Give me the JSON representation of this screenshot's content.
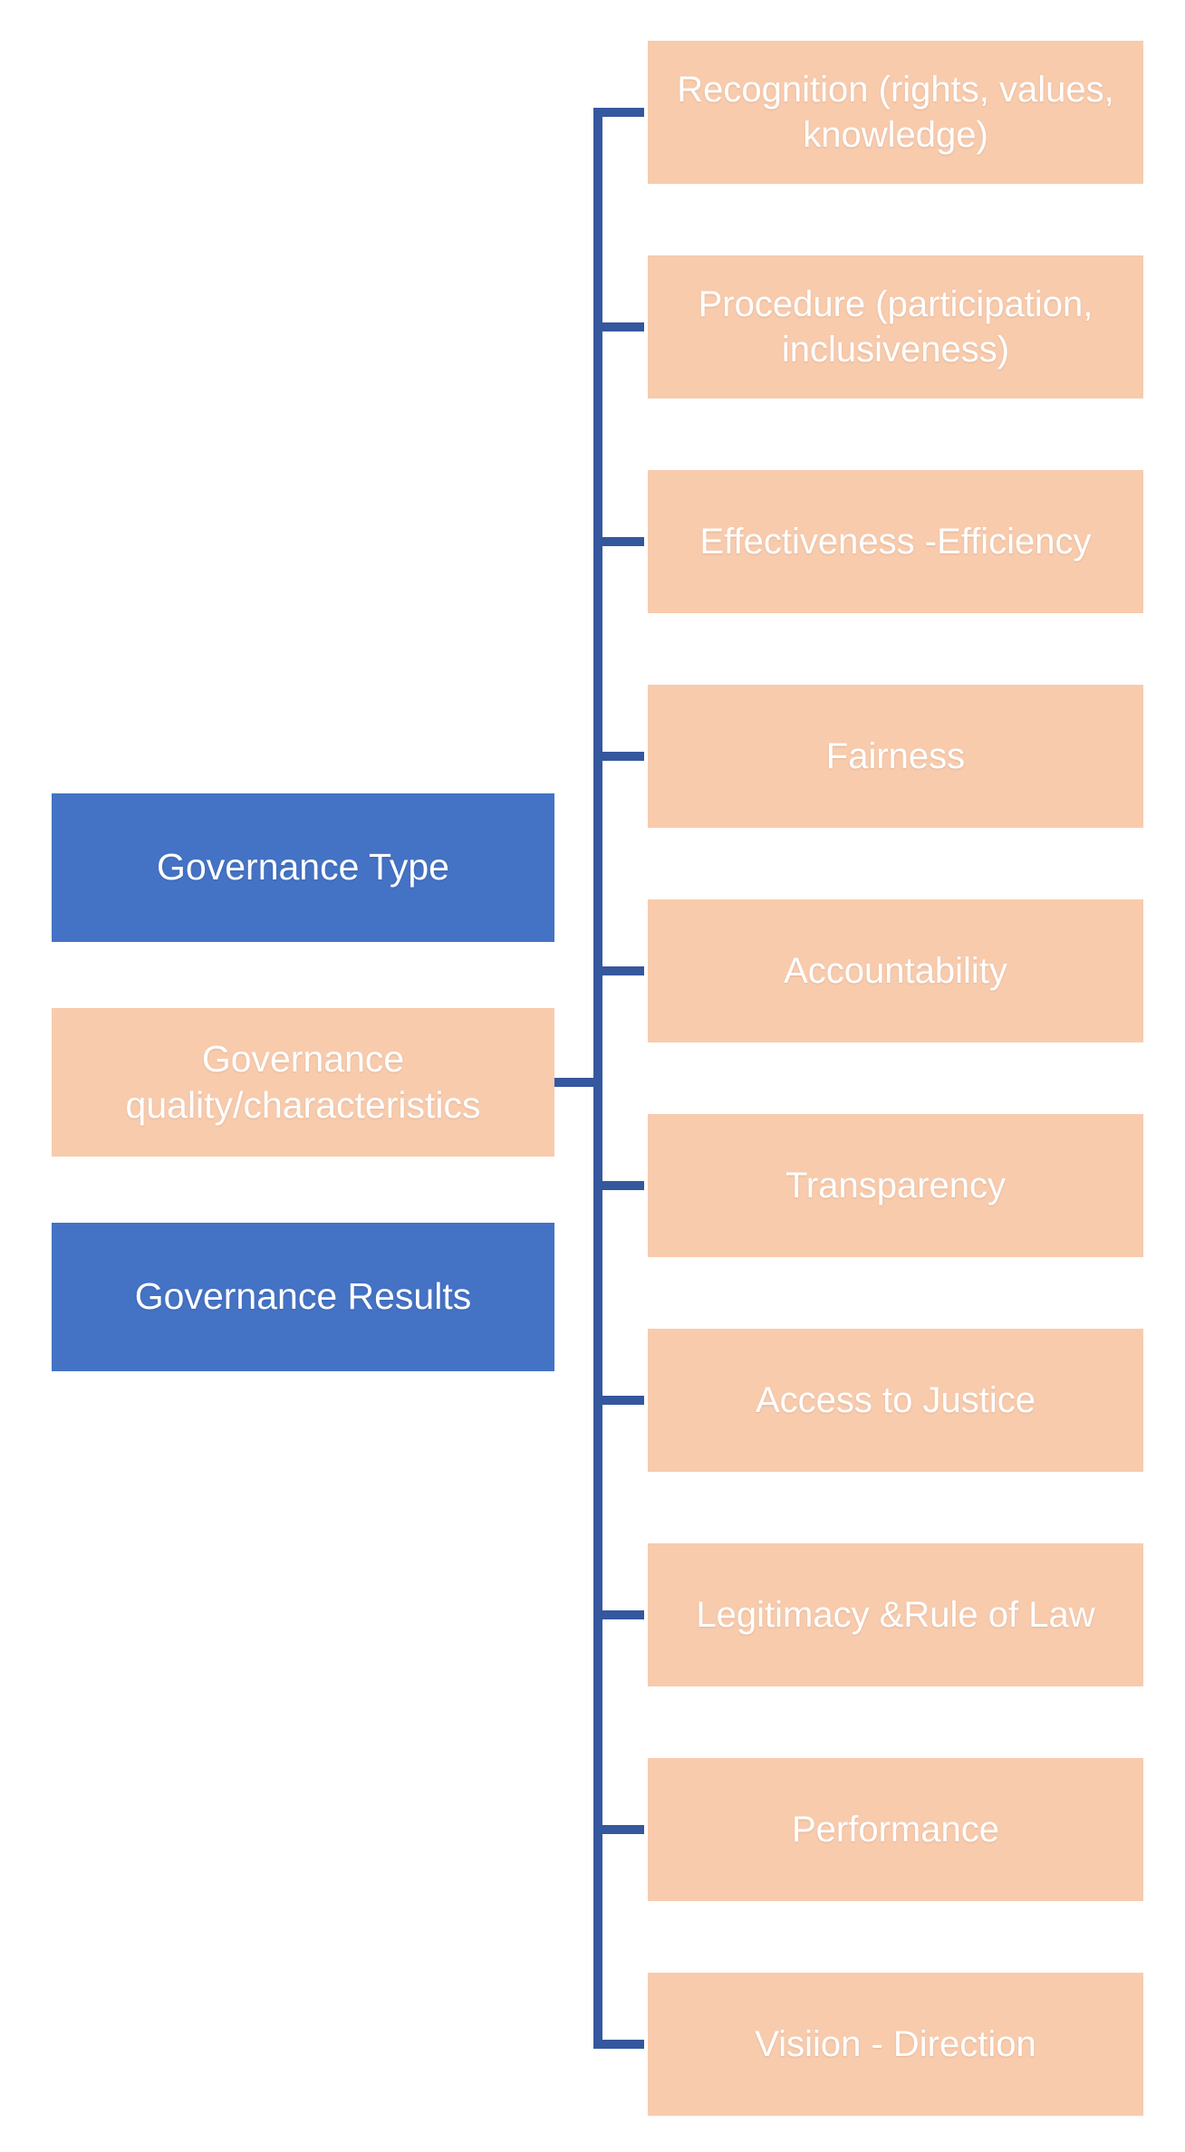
{
  "diagram": {
    "title": "Governance hierarchy diagram",
    "colors": {
      "blue": "#4472C4",
      "peach": "#F8CBAD",
      "connector": "#35579E",
      "text": "#FFFFFF"
    },
    "left_column": {
      "items": [
        {
          "label": "Governance Type",
          "variant": "blue"
        },
        {
          "label": "Governance quality/characteristics",
          "variant": "peach"
        },
        {
          "label": "Governance Results",
          "variant": "blue"
        }
      ]
    },
    "right_column": {
      "items": [
        {
          "label": "Recognition (rights, values, knowledge)"
        },
        {
          "label": "Procedure (participation, inclusiveness)"
        },
        {
          "label": "Effectiveness -Efficiency"
        },
        {
          "label": "Fairness"
        },
        {
          "label": "Accountability"
        },
        {
          "label": "Transparency"
        },
        {
          "label": "Access to Justice"
        },
        {
          "label": "Legitimacy &Rule of Law"
        },
        {
          "label": "Performance"
        },
        {
          "label": "Visiion - Direction"
        }
      ]
    }
  }
}
